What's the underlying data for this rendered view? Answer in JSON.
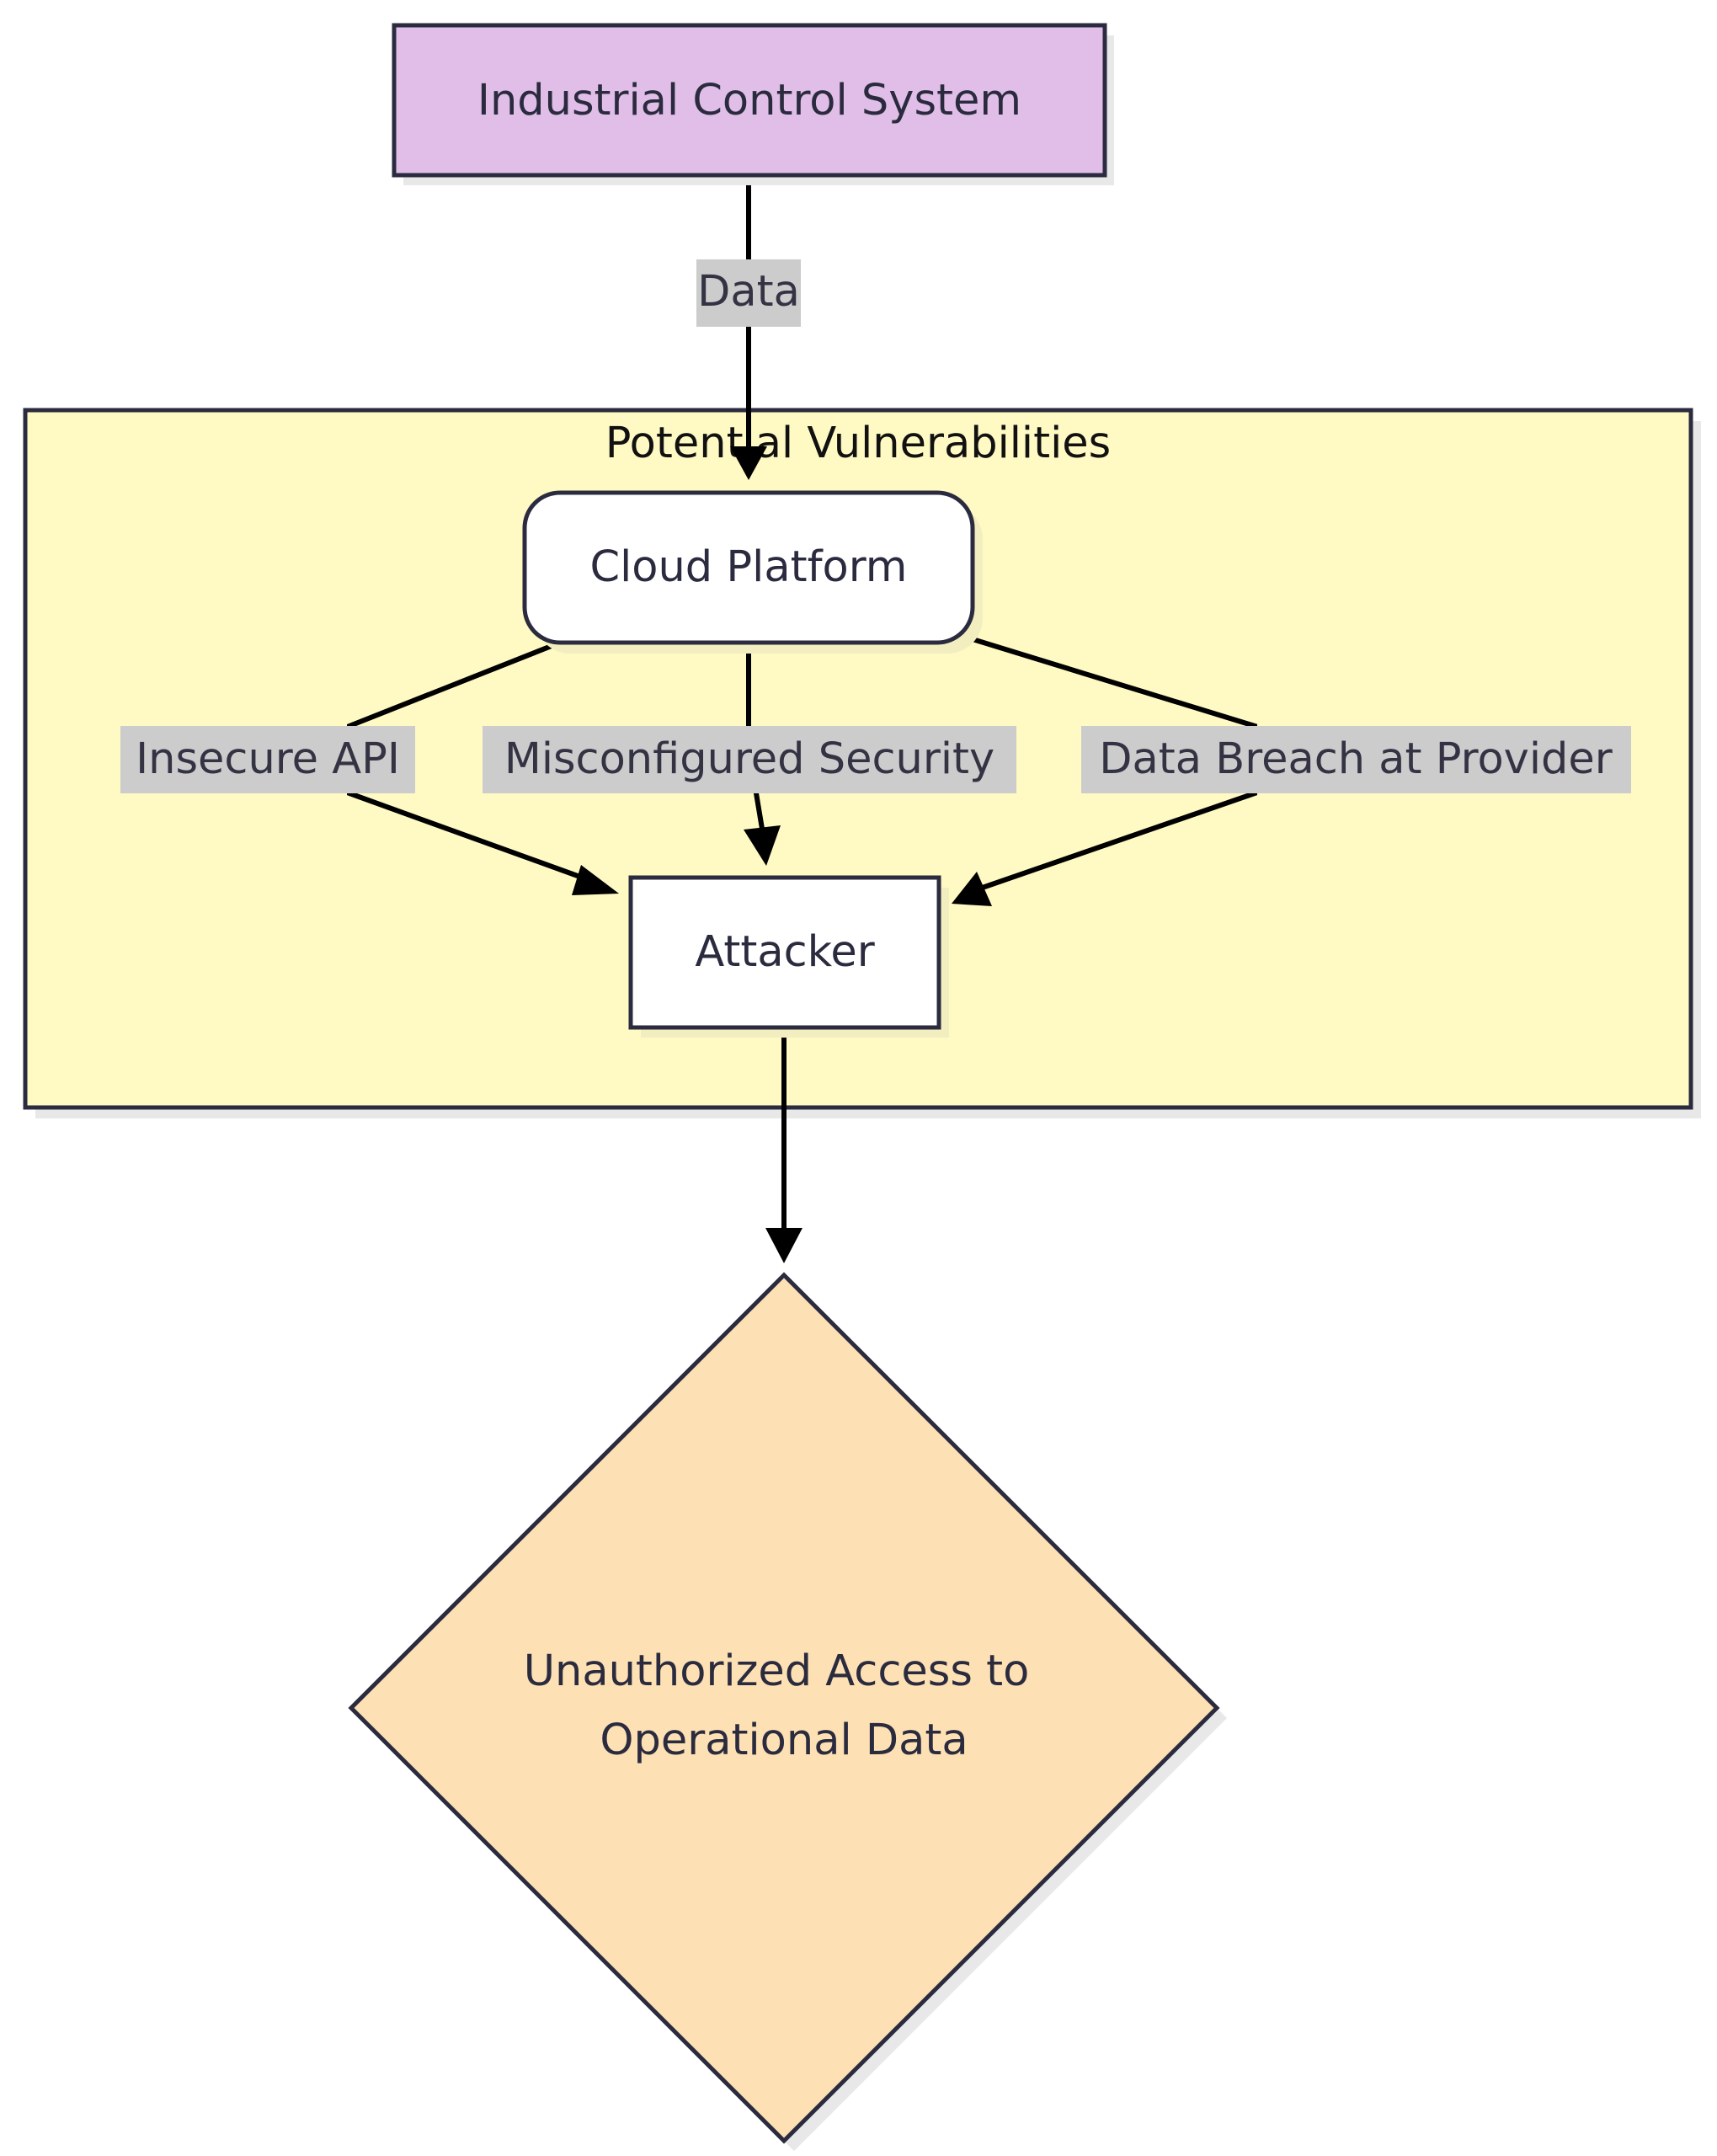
{
  "nodes": {
    "ics": "Industrial Control System",
    "cloud": "Cloud Platform",
    "attacker": "Attacker",
    "outcome_line1": "Unauthorized Access to",
    "outcome_line2": "Operational Data"
  },
  "cluster": {
    "title": "Potential Vulnerabilities"
  },
  "edges": {
    "data": "Data",
    "insecure_api": "Insecure API",
    "misconfigured": "Misconfigured Security",
    "breach": "Data Breach at Provider"
  },
  "colors": {
    "ics_fill": "#e1bee7",
    "cluster_fill": "#fff9c4",
    "node_fill": "#ffffff",
    "outcome_fill": "#fde0b3",
    "border": "#2b2b3f",
    "label_bg": "#cccccc",
    "shadow": "#e8e8e8"
  }
}
